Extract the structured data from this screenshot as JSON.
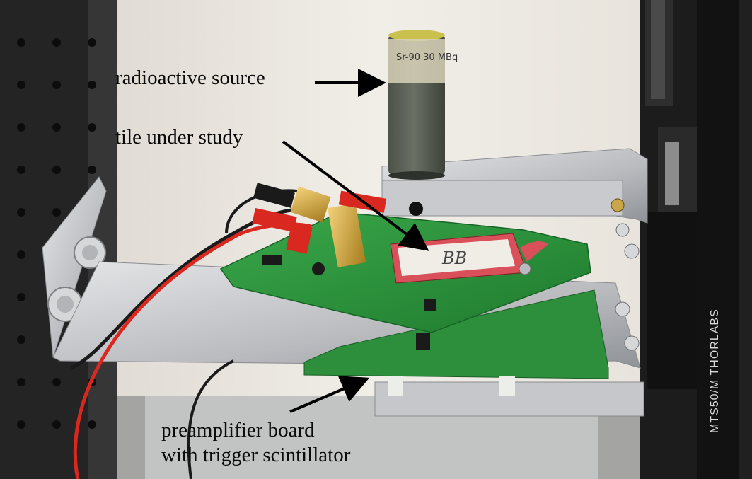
{
  "annotations": {
    "source_label": "radioactive source",
    "tile_label": "tile under study",
    "preamp_label_line1": "preamplifier board",
    "preamp_label_line2": "with trigger scintillator"
  },
  "stage_brand_text": "MTS50/M THORLABS",
  "vial_marking": "Sr-90 30 MBq",
  "tile_marking": "BB",
  "colors": {
    "pcb_green": "#2f9a3e",
    "tile_red": "#d9505a",
    "aluminum": "#c9cacc",
    "stage_black": "#1c1c1c",
    "arrow": "#000000"
  }
}
